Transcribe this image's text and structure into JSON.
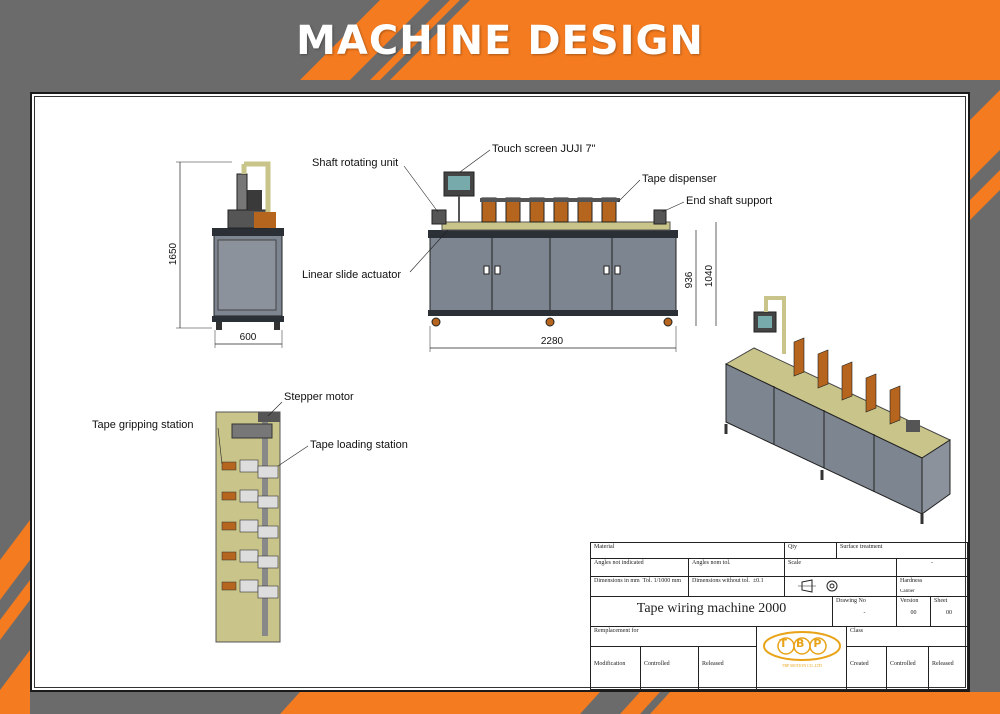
{
  "header": {
    "title": "MACHINE DESIGN"
  },
  "colors": {
    "orange": "#f47b20",
    "gray": "#6b6b6b",
    "panel": "#7d8590",
    "frame": "#2b2f36",
    "deck": "#c9c48a",
    "bracket": "#b5651d"
  },
  "callouts": {
    "shaft_rotating_unit": "Shaft rotating unit",
    "touch_screen": "Touch screen JUJI 7\"",
    "tape_dispenser": "Tape dispenser",
    "end_shaft_support": "End shaft support",
    "linear_slide_actuator": "Linear slide actuator",
    "stepper_motor": "Stepper motor",
    "tape_gripping_station": "Tape gripping station",
    "tape_loading_station": "Tape loading station"
  },
  "dimensions": {
    "side_height": "1650",
    "side_width": "600",
    "front_width": "2280",
    "table_height": "936",
    "deck_height": "1040"
  },
  "title_block": {
    "material": "Material",
    "qty": "Qty",
    "surface_treatment": "Surface treatment",
    "angles_not_indicated": "Angles not indicated",
    "angles_nom_tol": "Angles nom tol.",
    "scale": "Scale",
    "hardness": "Hardness",
    "hardness_value": "-",
    "dimensions_in_mm": "Dimensions in mm",
    "tol": "Tol. 1/1000 mm",
    "dimensions_without_tol": "Dimensions without tol.",
    "tol_value": "±0.1",
    "caliber": "Caliber",
    "drawing_title": "Tape wiring machine 2000",
    "drawing_no": "Drawing No",
    "drawing_no_value": "-",
    "version": "Version",
    "version_value": "00",
    "sheet": "Sheet",
    "sheet_value": "00",
    "replacement_for": "Remplacement for",
    "class": "Class",
    "modification": "Modification",
    "controlled": "Controlled",
    "released": "Released",
    "created": "Created",
    "controlled2": "Controlled",
    "released2": "Released",
    "logo_text": "TBP",
    "logo_sub": "TBP MOTION CO.,LTD"
  }
}
